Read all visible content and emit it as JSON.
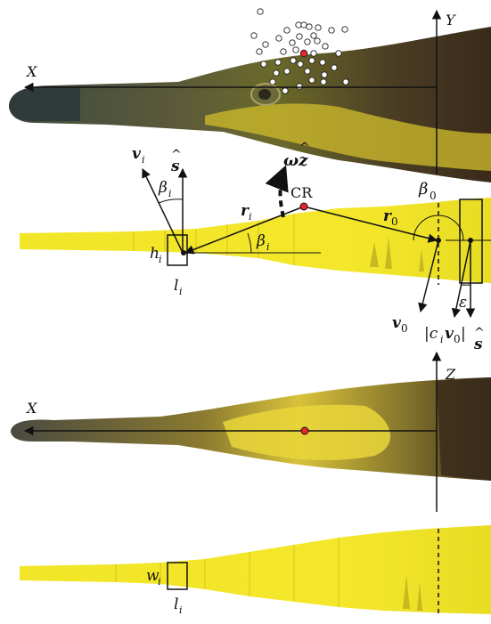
{
  "panel1": {
    "x_axis_label": "X",
    "y_axis_label": "Y"
  },
  "panel2": {
    "v_i": "v",
    "v_i_sub": "i",
    "s_hat": "s",
    "beta_i_top": "β",
    "beta_i_top_sub": "i",
    "omega_z": "ωz",
    "cr_label": "CR",
    "r_i": "r",
    "r_i_sub": "i",
    "r_0": "r",
    "r_0_sub": "0",
    "beta_0": "β",
    "beta_0_sub": "0",
    "h_i": "h",
    "h_i_sub": "i",
    "beta_i_mid": "β",
    "beta_i_mid_sub": "i",
    "l_i": "l",
    "l_i_sub": "i",
    "epsilon": "ε",
    "v_0": "v",
    "v_0_sub": "0",
    "c_v0_open": "|c",
    "c_v0_i": "i",
    "c_v0_v": "v",
    "c_v0_sub": "0",
    "c_v0_close": "|",
    "s_hat_right": "s"
  },
  "panel3": {
    "x_axis_label": "X",
    "z_axis_label": "Z"
  },
  "panel4": {
    "w_i": "w",
    "w_i_sub": "i",
    "l_i": "l",
    "l_i_sub": "i"
  },
  "colors": {
    "body_yellow": "#f2e628",
    "marker_red": "#e8252a",
    "axis": "#111111"
  }
}
